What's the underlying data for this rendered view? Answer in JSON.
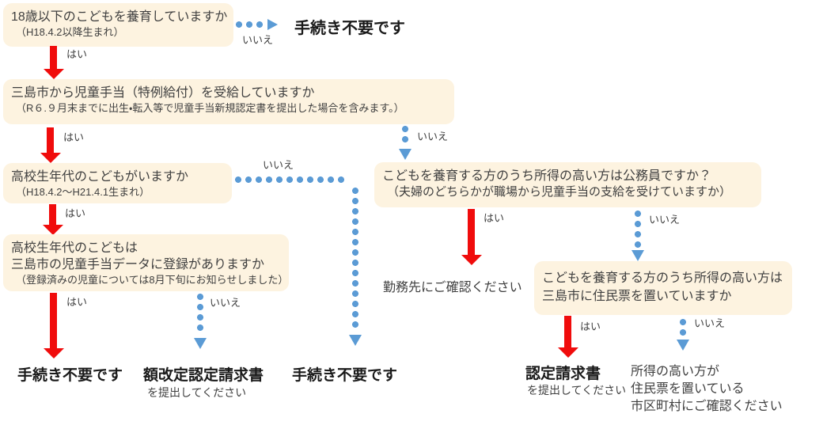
{
  "labels": {
    "yes": "はい",
    "no": "いいえ"
  },
  "colors": {
    "box_bg": "#fdf3e0",
    "red": "#f00c0c",
    "blue": "#5b9bd5",
    "text": "#3f3f3f",
    "result": "#1a1a1a"
  },
  "boxes": {
    "q1": {
      "title": "18歳以下のこどもを養育していますか",
      "note": "（H18.4.2以降生まれ）"
    },
    "q2": {
      "title": "三島市から児童手当（特例給付）を受給していますか",
      "note": "（R６.９月末までに出生・転入等で児童手当新規認定書を提出した場合を含みます。）"
    },
    "q3": {
      "title": "高校生年代のこどもがいますか",
      "note": "（H18.4.2～H21.4.1生まれ）"
    },
    "q4": {
      "line1": "高校生年代のこどもは",
      "line2": "三島市の児童手当データに登録がありますか",
      "note": "（登録済みの児童については8月下旬にお知らせしました）"
    },
    "q5": {
      "line1": "こどもを養育する方のうち所得の高い方は公務員ですか？",
      "line2": "（夫婦のどちらかが職場から児童手当の支給を受けていますか）"
    },
    "q6": {
      "line1": "こどもを養育する方のうち所得の高い方は",
      "line2": "三島市に住民票を置いていますか"
    }
  },
  "results": {
    "q1_no": "手続き不要です",
    "q4_yes": "手続き不要です",
    "q4_no": {
      "title": "額改定認定請求書",
      "sub": "を提出してください"
    },
    "q3_no": "手続き不要です",
    "q5_yes": "勤務先にご確認ください",
    "q6_yes": {
      "title": "認定請求書",
      "sub": "を提出してください"
    },
    "q6_no": {
      "line1": "所得の高い方が",
      "line2": "住民票を置いている",
      "line3": "市区町村にご確認ください"
    }
  }
}
